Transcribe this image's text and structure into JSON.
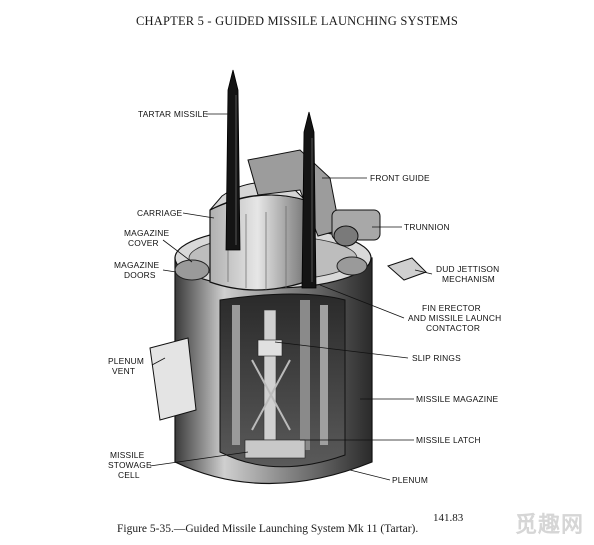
{
  "header": {
    "title": "CHAPTER 5 - GUIDED MISSILE LAUNCHING SYSTEMS"
  },
  "figure": {
    "labels": {
      "tartar_missile": "TARTAR MISSILE",
      "carriage": "CARRIAGE",
      "magazine_cover_1": "MAGAZINE",
      "magazine_cover_2": "COVER",
      "magazine_doors_1": "MAGAZINE",
      "magazine_doors_2": "DOORS",
      "plenum_vent_1": "PLENUM",
      "plenum_vent_2": "VENT",
      "missile_stowage_1": "MISSILE",
      "missile_stowage_2": "STOWAGE",
      "missile_stowage_3": "CELL",
      "front_guide": "FRONT GUIDE",
      "trunnion": "TRUNNION",
      "dud_jettison_1": "DUD JETTISON",
      "dud_jettison_2": "MECHANISM",
      "fin_erector_1": "FIN ERECTOR",
      "fin_erector_2": "AND MISSILE LAUNCH",
      "fin_erector_3": "CONTACTOR",
      "slip_rings": "SLIP RINGS",
      "missile_magazine": "MISSILE MAGAZINE",
      "missile_latch": "MISSILE LATCH",
      "plenum": "PLENUM"
    }
  },
  "footer": {
    "page_number": "141.83",
    "caption": "Figure 5-35.—Guided Missile Launching System Mk 11 (Tartar)."
  },
  "watermark": {
    "text": "觅趣网"
  }
}
